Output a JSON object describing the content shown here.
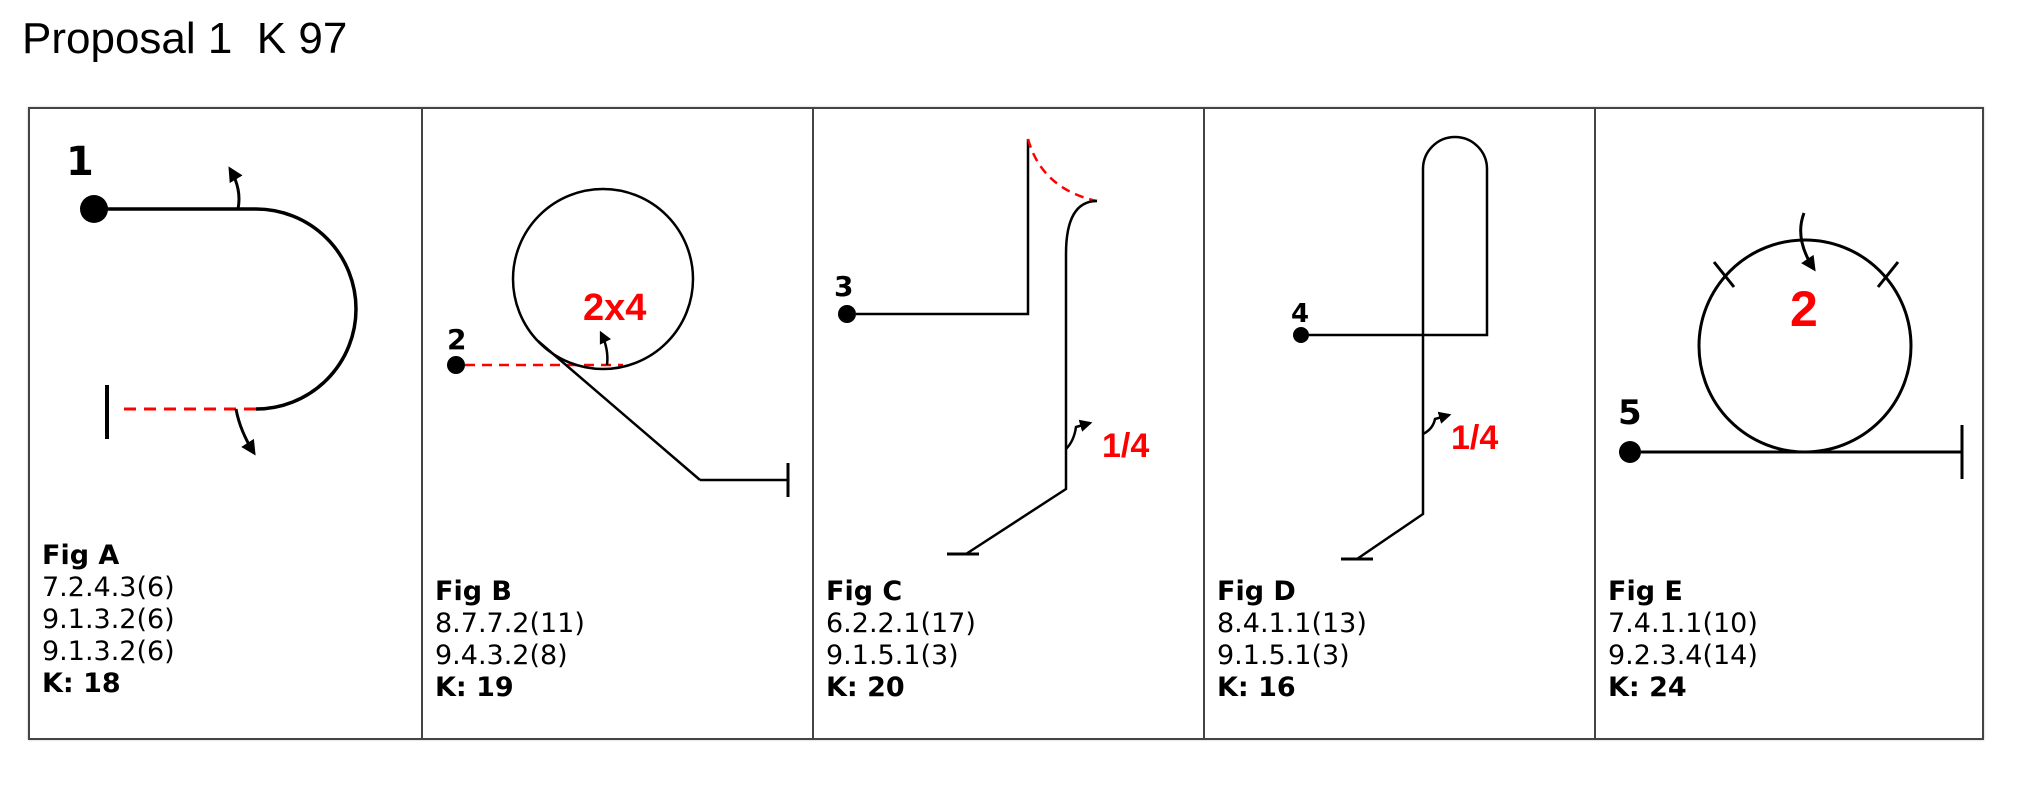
{
  "title": "Proposal 1  K 97",
  "figures": [
    {
      "label": "Fig A",
      "codes": [
        "7.2.4.3(6)",
        "9.1.3.2(6)",
        "9.1.3.2(6)"
      ],
      "k": "K: 18",
      "start_number": "1",
      "annotation": "",
      "icon": "semicircle-loop-diagram"
    },
    {
      "label": "Fig B",
      "codes": [
        "8.7.7.2(11)",
        "9.4.3.2(8)"
      ],
      "k": "K: 19",
      "start_number": "2",
      "annotation": "2x4",
      "icon": "circle-loop-diagram"
    },
    {
      "label": "Fig C",
      "codes": [
        "6.2.2.1(17)",
        "9.1.5.1(3)"
      ],
      "k": "K: 20",
      "start_number": "3",
      "annotation": "1/4",
      "icon": "step-line-diagram"
    },
    {
      "label": "Fig D",
      "codes": [
        "8.4.1.1(13)",
        "9.1.5.1(3)"
      ],
      "k": "K: 16",
      "start_number": "4",
      "annotation": "1/4",
      "icon": "hairpin-line-diagram"
    },
    {
      "label": "Fig E",
      "codes": [
        "7.4.1.1(10)",
        "9.2.3.4(14)"
      ],
      "k": "K: 24",
      "start_number": "5",
      "annotation": "2",
      "icon": "circle-on-line-diagram"
    }
  ],
  "colors": {
    "ink": "#000000",
    "accent": "#ff0000",
    "border": "#444444"
  }
}
